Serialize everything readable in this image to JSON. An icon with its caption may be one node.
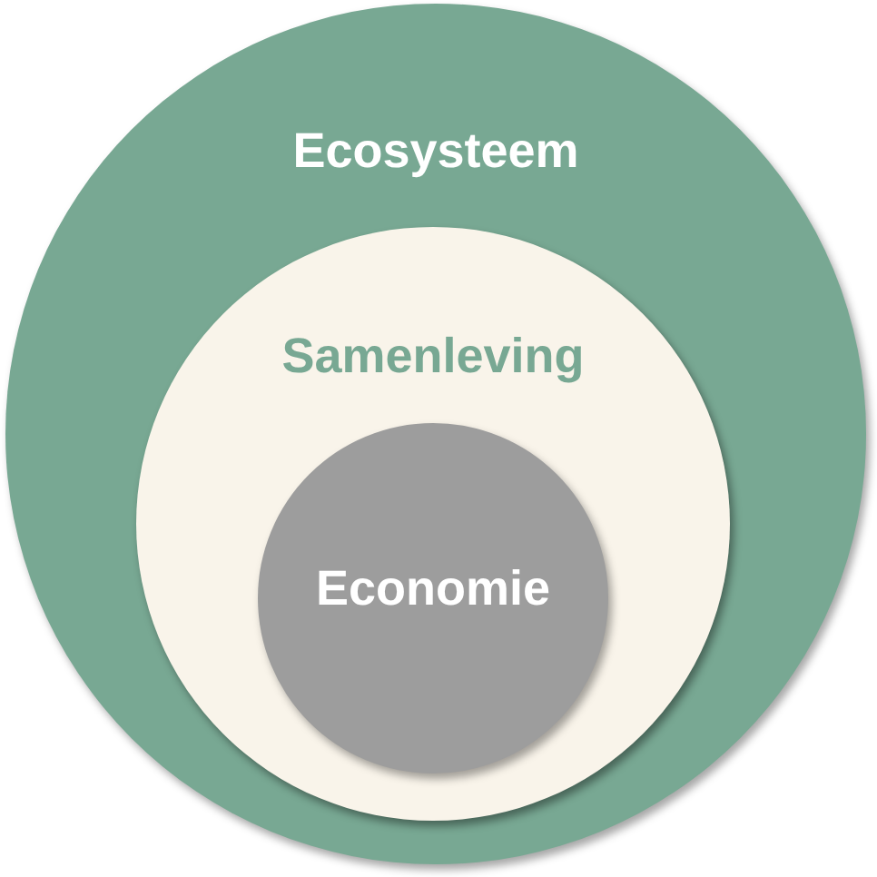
{
  "diagram": {
    "nodes": [
      {
        "text": [
          "Ecosysteem"
        ]
      },
      {
        "text": [
          "Samenleving"
        ],
        "in": 0
      },
      {
        "text": [
          "Economie"
        ],
        "in": 1
      }
    ]
  }
}
